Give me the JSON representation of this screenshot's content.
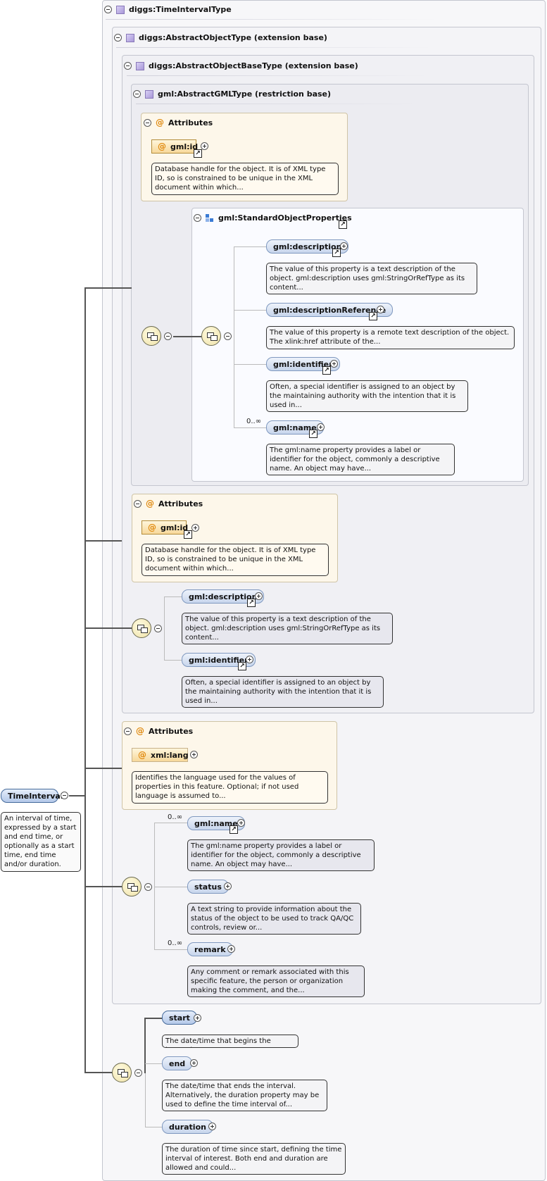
{
  "root": {
    "name": "TimeInterval",
    "doc": "An interval of time, expressed by a start and end time, or optionally as a start time, end time and/or duration."
  },
  "types": {
    "time_interval_type": "diggs:TimeIntervalType",
    "abstract_object_type": "diggs:AbstractObjectType (extension base)",
    "abstract_object_base_type": "diggs:AbstractObjectBaseType (extension base)",
    "abstract_gml_type": "gml:AbstractGMLType (restriction base)"
  },
  "labels": {
    "attributes": "Attributes",
    "standard_object_properties": "gml:StandardObjectProperties",
    "card_zero_many": "0..∞"
  },
  "gml_attrs": {
    "id_name": "gml:id",
    "id_doc": "Database handle for the object. It is of XML type ID, so is constrained to be unique in the XML document within which...",
    "lang_name": "xml:lang",
    "lang_doc": "Identifies the language used for the values of properties in this feature. Optional; if not used language is assumed to..."
  },
  "elements": {
    "description": {
      "name": "gml:description",
      "doc": "The value of this property is a text description of the object. gml:description uses gml:StringOrRefType as its content..."
    },
    "description_reference": {
      "name": "gml:descriptionReference",
      "doc": "The value of this property is a remote text description of the object. The xlink:href attribute of the..."
    },
    "identifier": {
      "name": "gml:identifier",
      "doc": "Often, a special identifier is assigned to an object by the maintaining authority with the intention that it is used in..."
    },
    "name": {
      "name": "gml:name",
      "doc": "The gml:name property provides a label or identifier for the object, commonly a descriptive name. An object may have..."
    },
    "status": {
      "name": "status",
      "doc": "A text string to provide information about the status of the object to be used to track QA/QC controls, review or..."
    },
    "remark": {
      "name": "remark",
      "doc": "Any comment or remark associated with this specific feature, the person or organization making the comment, and the..."
    },
    "start": {
      "name": "start",
      "doc": "The date/time that begins the interval"
    },
    "end": {
      "name": "end",
      "doc": "The date/time that ends the interval. Alternatively, the duration property may be used to define the time interval of..."
    },
    "duration": {
      "name": "duration",
      "doc": "The duration of time since start, defining the time interval of interest. Both end and duration are allowed and could..."
    }
  }
}
